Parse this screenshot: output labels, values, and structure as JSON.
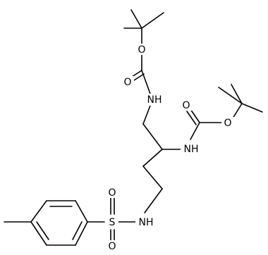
{
  "structure": {
    "atoms": {
      "boc1_o_ether": "O",
      "boc1_o_carbonyl": "O",
      "boc1_nh": "NH",
      "boc2_o_carbonyl": "O",
      "boc2_o_ether": "O",
      "boc2_nh": "NH",
      "sulfonyl_s": "S",
      "sulfonyl_o_upper": "O",
      "sulfonyl_o_lower": "O",
      "sulfonamide_nh": "NH"
    }
  }
}
